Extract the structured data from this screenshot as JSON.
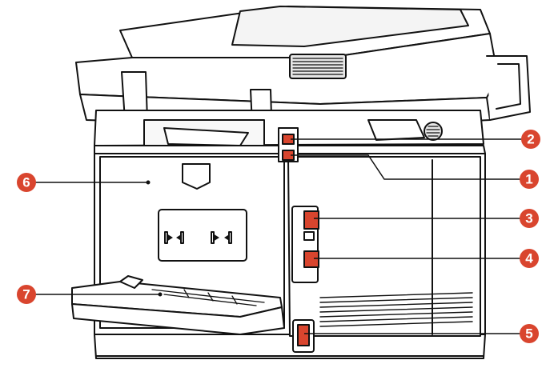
{
  "figure": {
    "subject": "printer-rear-view",
    "callout_color": "#d9452e",
    "line_color": "#111111",
    "callouts": [
      {
        "id": "2",
        "label": "2"
      },
      {
        "id": "1",
        "label": "1"
      },
      {
        "id": "6",
        "label": "6"
      },
      {
        "id": "3",
        "label": "3"
      },
      {
        "id": "4",
        "label": "4"
      },
      {
        "id": "7",
        "label": "7"
      },
      {
        "id": "5",
        "label": "5"
      }
    ]
  }
}
